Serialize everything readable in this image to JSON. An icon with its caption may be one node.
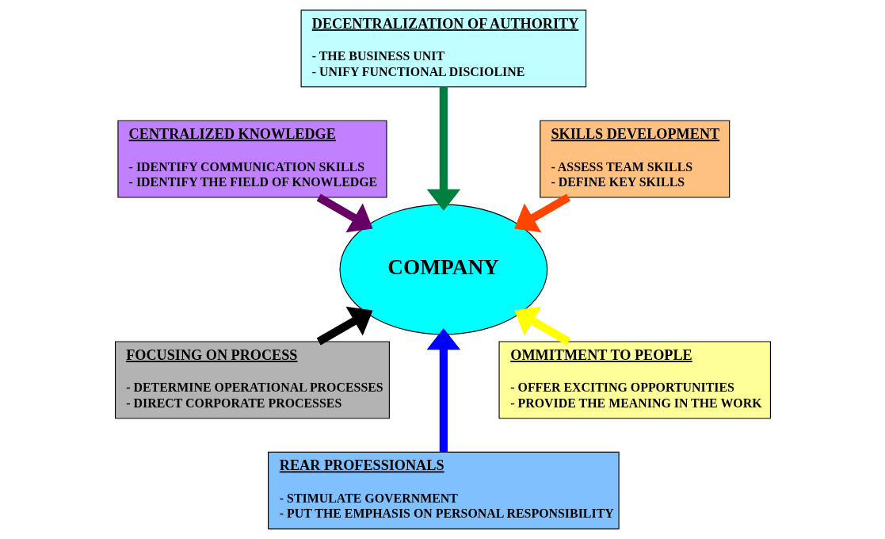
{
  "diagram": {
    "nodes": [
      {
        "text": [
          "DECENTRALIZATION OF AUTHORITY",
          "- THE BUSINESS UNIT",
          "- UNIFY FUNCTIONAL DISCIOLINE"
        ]
      },
      {
        "text": [
          "SKILLS DEVELOPMENT",
          "- ASSESS TEAM SKILLS",
          "- DEFINE KEY SKILLS"
        ]
      },
      {
        "text": [
          "CENTRALIZED KNOWLEDGE",
          "- IDENTIFY COMMUNICATION SKILLS",
          "- IDENTIFY THE FIELD OF KNOWLEDGE"
        ]
      },
      {
        "text": [
          "COMPANY"
        ]
      },
      {
        "text": [
          "OMMITMENT TO PEOPLE",
          "- OFFER EXCITING OPPORTUNITIES",
          "- PROVIDE THE MEANING IN THE WORK"
        ]
      },
      {
        "text": [
          "FOCUSING ON PROCESS",
          "- DETERMINE OPERATIONAL PROCESSES",
          "- DIRECT CORPORATE PROCESSES"
        ]
      },
      {
        "text": [
          "REAR PROFESSIONALS",
          "- STIMULATE GOVERNMENT",
          "- PUT THE EMPHASIS ON PERSONAL RESPONSIBILITY"
        ]
      }
    ],
    "edges": [
      {
        "from": 0,
        "to": 3,
        "arrow": "to",
        "color": "#008040"
      },
      {
        "from": 1,
        "to": 3,
        "arrow": "to",
        "color": "#ff4500"
      },
      {
        "from": 2,
        "to": 3,
        "arrow": "to",
        "color": "#660066"
      },
      {
        "from": 4,
        "to": 3,
        "arrow": "to",
        "color": "#ffff00"
      },
      {
        "from": 5,
        "to": 3,
        "arrow": "to",
        "color": "#000000"
      },
      {
        "from": 6,
        "to": 3,
        "arrow": "to",
        "color": "#0000ff"
      }
    ]
  }
}
